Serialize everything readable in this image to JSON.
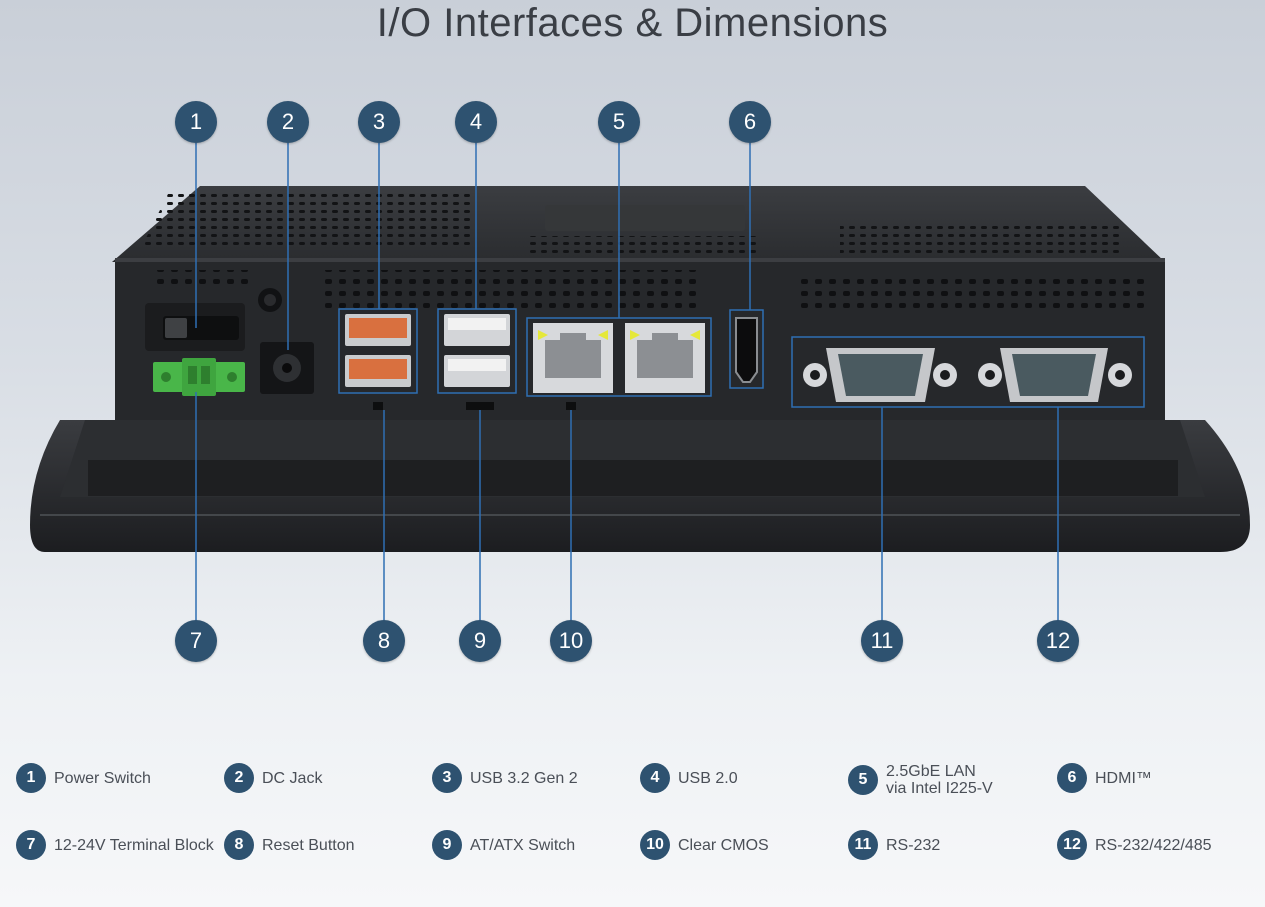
{
  "title": "I/O Interfaces & Dimensions",
  "callouts": [
    {
      "id": "1",
      "label": "1",
      "name": "Power Switch"
    },
    {
      "id": "2",
      "label": "2",
      "name": "DC Jack"
    },
    {
      "id": "3",
      "label": "3",
      "name": "USB 3.2 Gen 2"
    },
    {
      "id": "4",
      "label": "4",
      "name": "USB 2.0"
    },
    {
      "id": "5",
      "label": "5",
      "name": "2.5GbE LAN",
      "name2": "via Intel I225-V"
    },
    {
      "id": "6",
      "label": "6",
      "name": "HDMI™"
    },
    {
      "id": "7",
      "label": "7",
      "name": "12-24V Terminal Block"
    },
    {
      "id": "8",
      "label": "8",
      "name": "Reset Button"
    },
    {
      "id": "9",
      "label": "9",
      "name": "AT/ATX Switch"
    },
    {
      "id": "10",
      "label": "10",
      "name": "Clear CMOS"
    },
    {
      "id": "11",
      "label": "11",
      "name": "RS-232"
    },
    {
      "id": "12",
      "label": "12",
      "name": "RS-232/422/485"
    }
  ],
  "colors": {
    "badge": "#2e5270",
    "chassis": "#2b2d30",
    "bezel": "#1f2023",
    "usb3": "#d9703f",
    "terminal": "#49b649",
    "highlight": "#2f6fb3"
  }
}
